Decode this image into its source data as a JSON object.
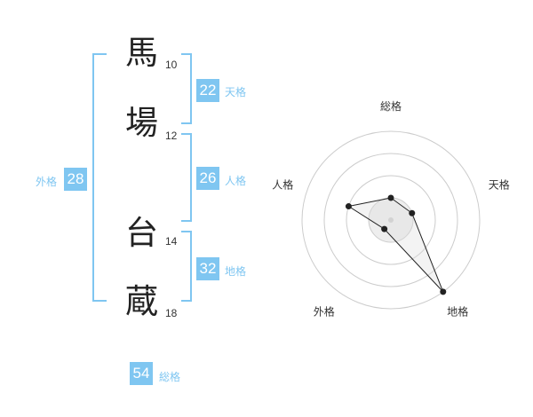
{
  "characters": [
    {
      "char": "馬",
      "strokes": "10"
    },
    {
      "char": "場",
      "strokes": "12"
    },
    {
      "char": "台",
      "strokes": "14"
    },
    {
      "char": "蔵",
      "strokes": "18"
    }
  ],
  "fortunes": {
    "tenkaku": {
      "value": "22",
      "label": "天格"
    },
    "jinkaku": {
      "value": "26",
      "label": "人格"
    },
    "chikaku": {
      "value": "32",
      "label": "地格"
    },
    "gaikaku": {
      "value": "28",
      "label": "外格"
    },
    "soukaku": {
      "value": "54",
      "label": "総格"
    }
  },
  "colors": {
    "accent": "#7fc6f1",
    "text": "#222222"
  },
  "chart_data": {
    "type": "radar",
    "axes": [
      "総格",
      "天格",
      "地格",
      "外格",
      "人格"
    ],
    "rings": 4,
    "values": [
      1.0,
      1.0,
      4.0,
      0.5,
      2.0
    ],
    "max": 4.0
  }
}
